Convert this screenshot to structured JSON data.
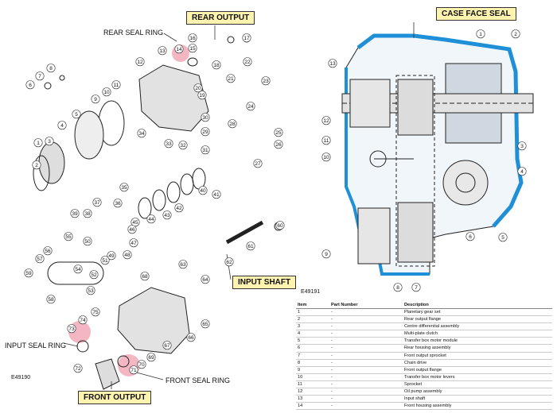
{
  "callouts": {
    "rear_output": "REAR OUTPUT",
    "case_face_seal": "CASE FACE SEAL",
    "input_shaft": "INPUT SHAFT",
    "front_output": "FRONT OUTPUT"
  },
  "labels": {
    "rear_seal_ring": "REAR SEAL RING",
    "input_seal_ring": "INPUT SEAL RING",
    "front_seal_ring": "FRONT SEAL RING"
  },
  "figures": {
    "left": "E49190",
    "right": "E49191"
  },
  "exploded_numbers": [
    "1",
    "2",
    "3",
    "4",
    "5",
    "6",
    "7",
    "8",
    "9",
    "10",
    "11",
    "12",
    "13",
    "14",
    "15",
    "16",
    "17",
    "18",
    "19",
    "20",
    "21",
    "22",
    "23",
    "24",
    "25",
    "26",
    "27",
    "28",
    "29",
    "30",
    "31",
    "32",
    "33",
    "34",
    "35",
    "36",
    "37",
    "38",
    "39",
    "40",
    "41",
    "42",
    "43",
    "44",
    "45",
    "46",
    "47",
    "48",
    "49",
    "50",
    "51",
    "52",
    "53",
    "54",
    "55",
    "56",
    "57",
    "58",
    "59",
    "60",
    "61",
    "62",
    "63",
    "64",
    "65",
    "66",
    "67",
    "68",
    "69",
    "70",
    "71",
    "72",
    "73",
    "74",
    "75"
  ],
  "section_numbers": [
    "1",
    "2",
    "3",
    "4",
    "5",
    "6",
    "7",
    "8",
    "9",
    "10",
    "11",
    "12",
    "13"
  ],
  "colors": {
    "seal_blue": "#1f8fd8",
    "highlight_pink": "#f4b6c2",
    "callout_yellow": "#fff3b0"
  },
  "parts_table": {
    "headers": [
      "Item",
      "Part Number",
      "Description"
    ],
    "rows": [
      [
        "1",
        "-",
        "Planetary gear set"
      ],
      [
        "2",
        "-",
        "Rear output flange"
      ],
      [
        "3",
        "-",
        "Centre differential assembly"
      ],
      [
        "4",
        "-",
        "Multi-plate clutch"
      ],
      [
        "5",
        "-",
        "Transfer box motor module"
      ],
      [
        "6",
        "-",
        "Rear housing assembly"
      ],
      [
        "7",
        "-",
        "Front output sprocket"
      ],
      [
        "8",
        "-",
        "Chain drive"
      ],
      [
        "9",
        "-",
        "Front output flange"
      ],
      [
        "10",
        "-",
        "Transfer box motor levers"
      ],
      [
        "11",
        "-",
        "Sprocket"
      ],
      [
        "12",
        "-",
        "Oil pump assembly"
      ],
      [
        "13",
        "-",
        "Input shaft"
      ],
      [
        "14",
        "-",
        "Front housing assembly"
      ]
    ]
  }
}
